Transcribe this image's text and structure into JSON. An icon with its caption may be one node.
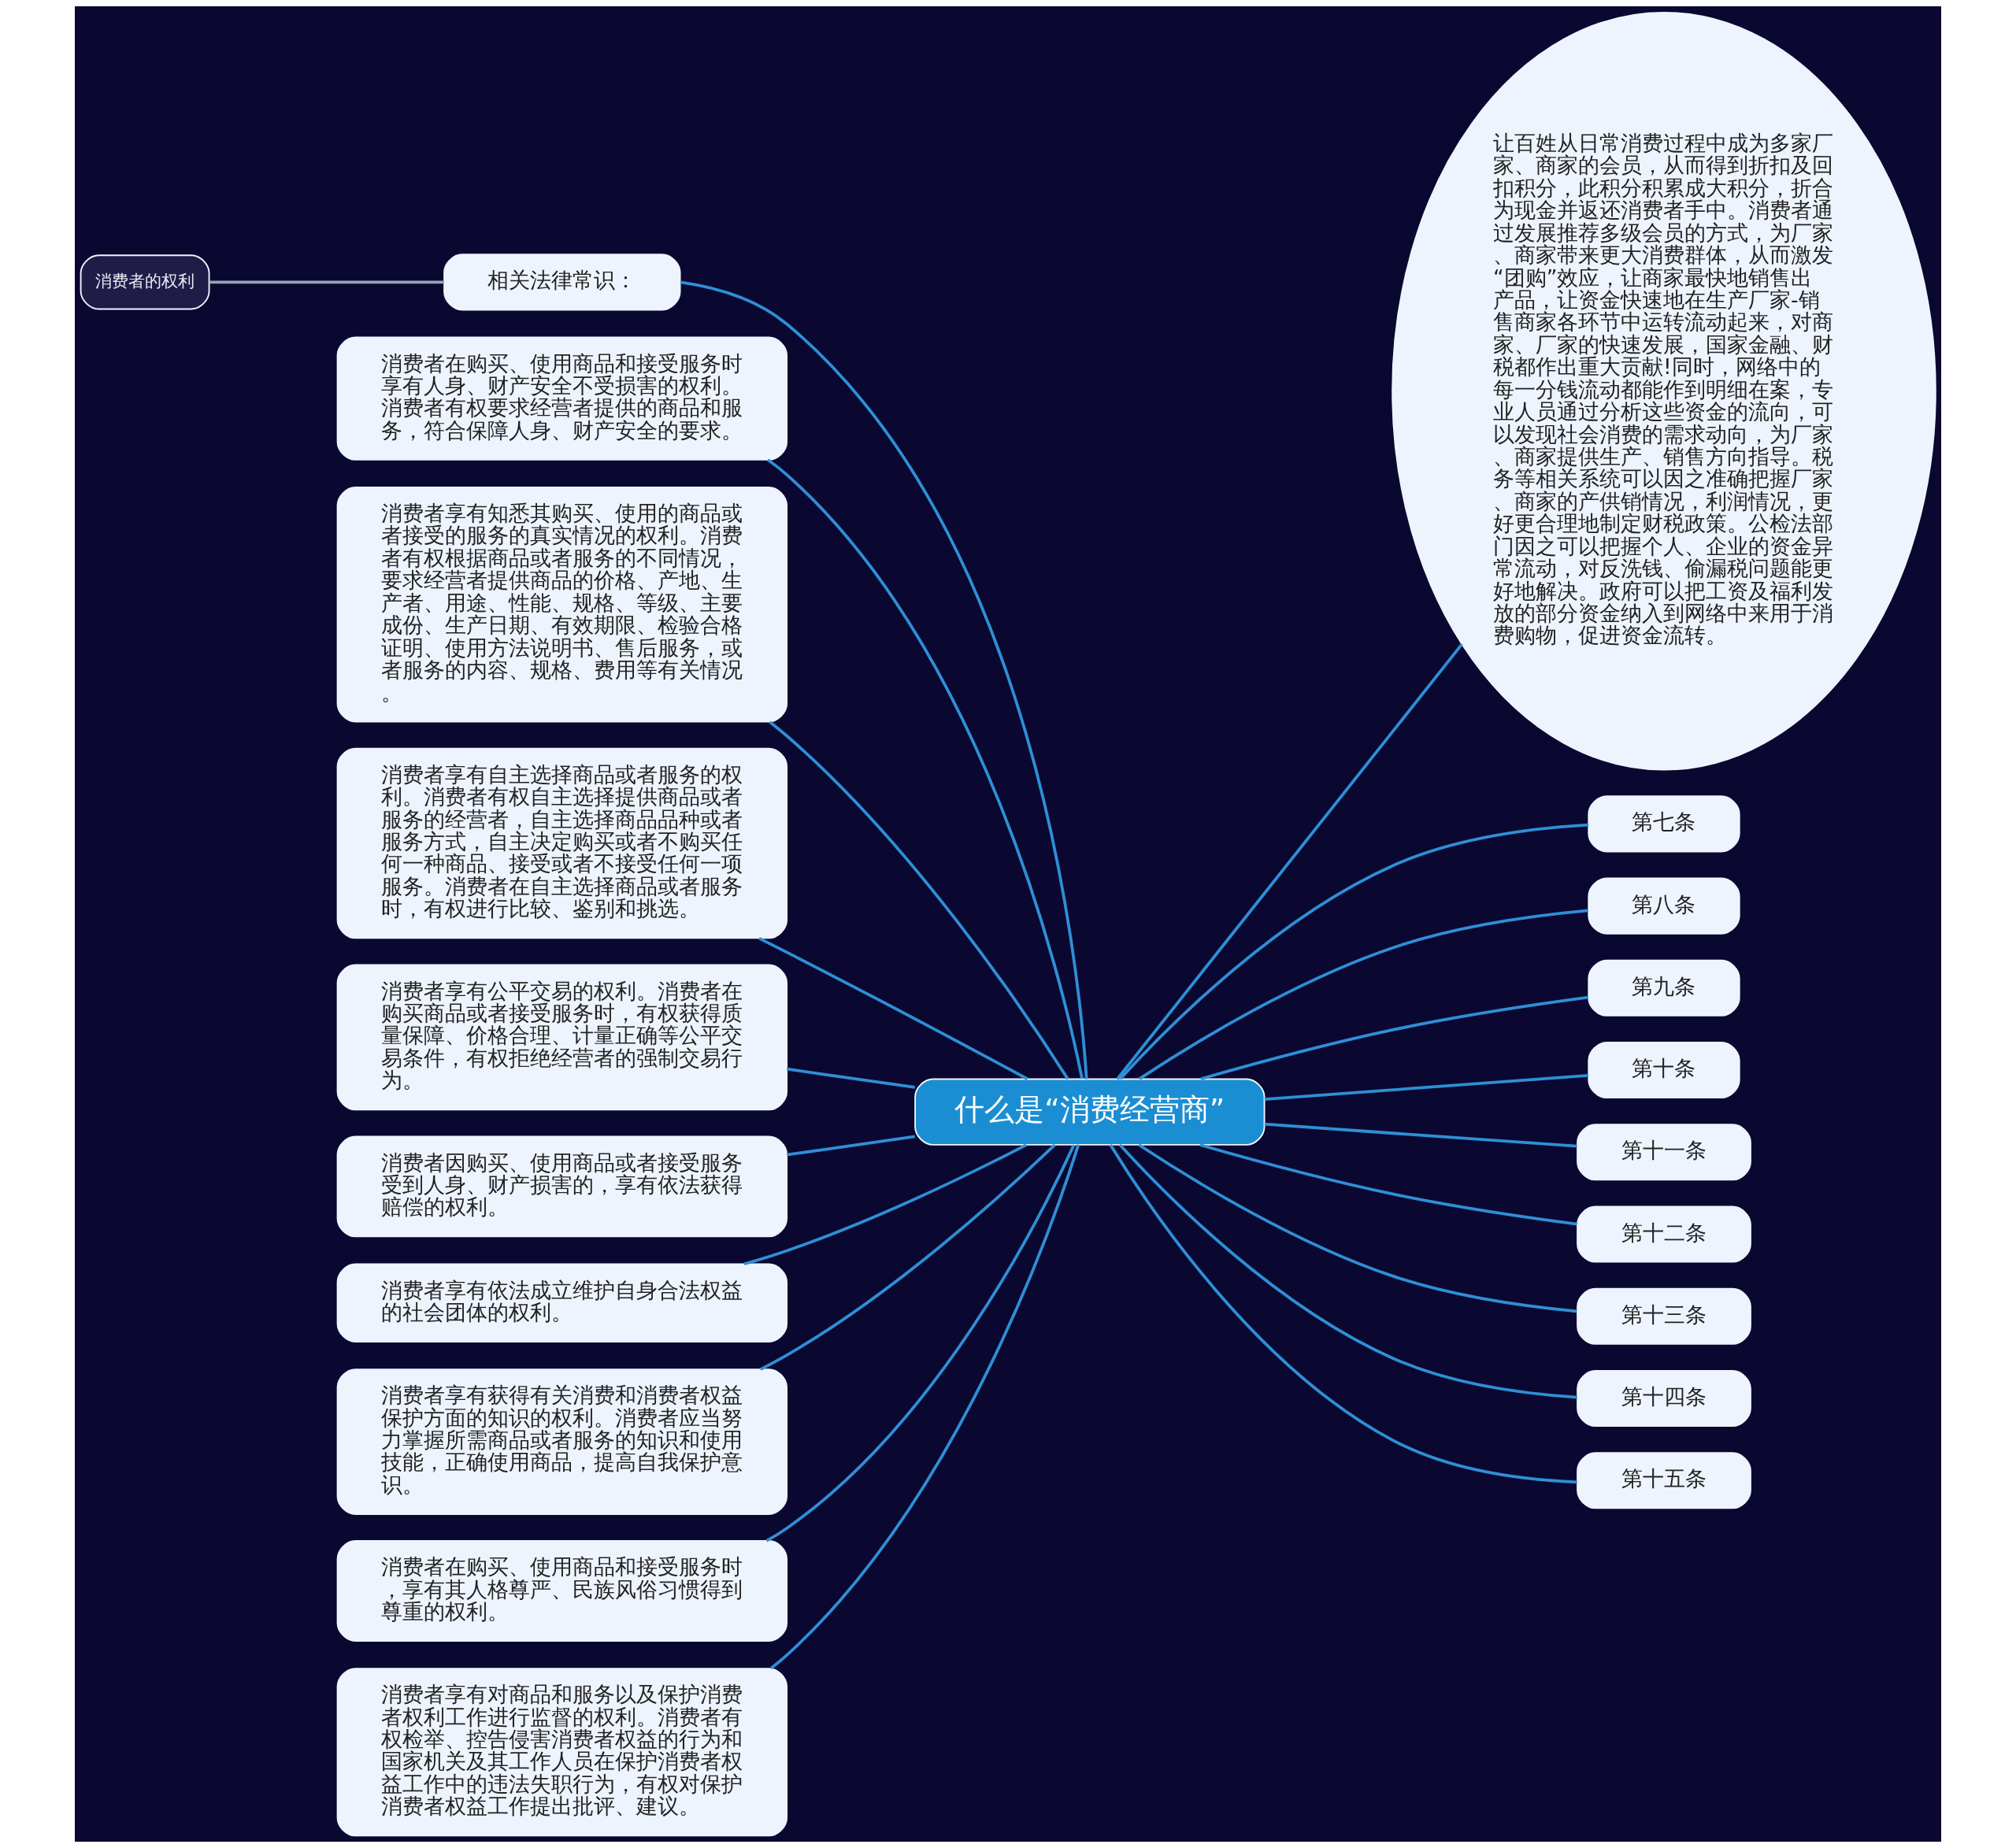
{
  "diagram": {
    "nodes": [
      {
        "text": [
          "什么是“消费经营商”"
        ]
      },
      {
        "text": [
          "相关法律常识："
        ]
      },
      {
        "text": [
          "消费者的权利"
        ]
      },
      {
        "text": [
          "消费者在购买、使用商品和接受服务时享有人身、财产安全不受损害的权利。消费者有权要求经营者提供的商品和服务，符合保障人身、财产安全的要求。"
        ]
      },
      {
        "text": [
          "消费者享有知悉其购买、使用的商品或者接受的服务的真实情况的权利。消费者有权根据商品或者服务的不同情况，要求经营者提供商品的价格、产地、生产者、用途、性能、规格、等级、主要成份、生产日期、有效期限、检验合格证明、使用方法说明书、售后服务，或者服务的内容、规格、费用等有关情况。"
        ]
      },
      {
        "text": [
          "消费者享有自主选择商品或者服务的权利。消费者有权自主选择提供商品或者服务的经营者，自主选择商品品种或者服务方式，自主决定购买或者不购买任何一种商品、接受或者不接受任何一项服务。消费者在自主选择商品或者服务时，有权进行比较、鉴别和挑选。"
        ]
      },
      {
        "text": [
          "消费者享有公平交易的权利。消费者在购买商品或者接受服务时，有权获得质量保障、价格合理、计量正确等公平交易条件，有权拒绝经营者的强制交易行为。"
        ]
      },
      {
        "text": [
          "消费者因购买、使用商品或者接受服务受到人身、财产损害的，享有依法获得赔偿的权利。"
        ]
      },
      {
        "text": [
          "消费者享有依法成立维护自身合法权益的社会团体的权利。"
        ]
      },
      {
        "text": [
          "消费者享有获得有关消费和消费者权益保护方面的知识的权利。消费者应当努力掌握所需商品或者服务的知识和使用技能，正确使用商品，提高自我保护意识。"
        ]
      },
      {
        "text": [
          "消费者在购买、使用商品和接受服务时，享有其人格尊严、民族风俗习惯得到尊重的权利。"
        ]
      },
      {
        "text": [
          "消费者享有对商品和服务以及保护消费者权利工作进行监督的权利。消费者有权检举、控告侵害消费者权益的行为和国家机关及其工作人员在保护消费者权益工作中的违法失职行为，有权对保护消费者权益工作提出批评、建议。"
        ]
      },
      {
        "text": [
          "让百姓从日常消费过程中成为多家厂家、商家的会员，从而得到折扣及回扣积分，此积分积累成大积分，折合为现金并返还消费者手中。消费者通过发展推荐多级会员的方式，为厂家、商家带来更大消费群体，从而激发“团购”效应，让商家最快地销售出产品，让资金快速地在生产厂家-销售商家各环节中运转流动起来，对商家、厂家的快速发展，国家金融、财税都作出重大贡献!同时，网络中的每一分钱流动都能作到明细在案，专业人员通过分析这些资金的流向，可以发现社会消费的需求动向，为厂家、商家提供生产、销售方向指导。税务等相关系统可以因之准确把握厂家、商家的产供销情况，利润情况，更好更合理地制定财税政策。公检法部门因之可以把握个人、企业的资金异常流动，对反洗钱、偷漏税问题能更好地解决。政府可以把工资及福利发放的部分资金纳入到网络中来用于消费购物，促进资金流转。"
        ]
      },
      {
        "text": [
          "第七条"
        ]
      },
      {
        "text": [
          "第八条"
        ]
      },
      {
        "text": [
          "第九条"
        ]
      },
      {
        "text": [
          "第十条"
        ]
      },
      {
        "text": [
          "第十一条"
        ]
      },
      {
        "text": [
          "第十二条"
        ]
      },
      {
        "text": [
          "第十三条"
        ]
      },
      {
        "text": [
          "第十四条"
        ]
      },
      {
        "text": [
          "第十五条"
        ]
      }
    ],
    "edges": [
      {
        "from": 1,
        "to": 0,
        "arrow": "none"
      },
      {
        "from": 2,
        "to": 1,
        "arrow": "none",
        "color": "#9aa3b5"
      },
      {
        "from": 3,
        "to": 0,
        "arrow": "none"
      },
      {
        "from": 4,
        "to": 0,
        "arrow": "none"
      },
      {
        "from": 5,
        "to": 0,
        "arrow": "none"
      },
      {
        "from": 6,
        "to": 0,
        "arrow": "none"
      },
      {
        "from": 7,
        "to": 0,
        "arrow": "none"
      },
      {
        "from": 8,
        "to": 0,
        "arrow": "none"
      },
      {
        "from": 9,
        "to": 0,
        "arrow": "none"
      },
      {
        "from": 10,
        "to": 0,
        "arrow": "none"
      },
      {
        "from": 11,
        "to": 0,
        "arrow": "none"
      },
      {
        "from": 0,
        "to": 12,
        "arrow": "none"
      },
      {
        "from": 0,
        "to": 13,
        "arrow": "none"
      },
      {
        "from": 0,
        "to": 14,
        "arrow": "none"
      },
      {
        "from": 0,
        "to": 15,
        "arrow": "none"
      },
      {
        "from": 0,
        "to": 16,
        "arrow": "none"
      },
      {
        "from": 0,
        "to": 17,
        "arrow": "none"
      },
      {
        "from": 0,
        "to": 18,
        "arrow": "none"
      },
      {
        "from": 0,
        "to": 19,
        "arrow": "none"
      },
      {
        "from": 0,
        "to": 20,
        "arrow": "none"
      },
      {
        "from": 0,
        "to": 21,
        "arrow": "none"
      }
    ]
  }
}
